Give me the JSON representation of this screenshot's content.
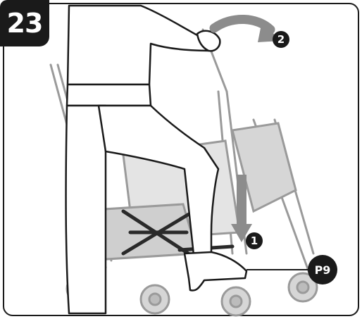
{
  "step": {
    "number": "23"
  },
  "markers": {
    "press_down": "1",
    "fold_over": "2"
  },
  "part_label": {
    "code": "P9"
  },
  "colors": {
    "ink": "#1a1a1a",
    "stroller": "#9a9a9a",
    "stroller_fill": "#d6d6d6",
    "arrow": "#8c8c8c",
    "paper": "#ffffff"
  },
  "icons": {
    "arrow_down": "curved-down-arrow",
    "arrow_fold": "curved-arrow"
  }
}
